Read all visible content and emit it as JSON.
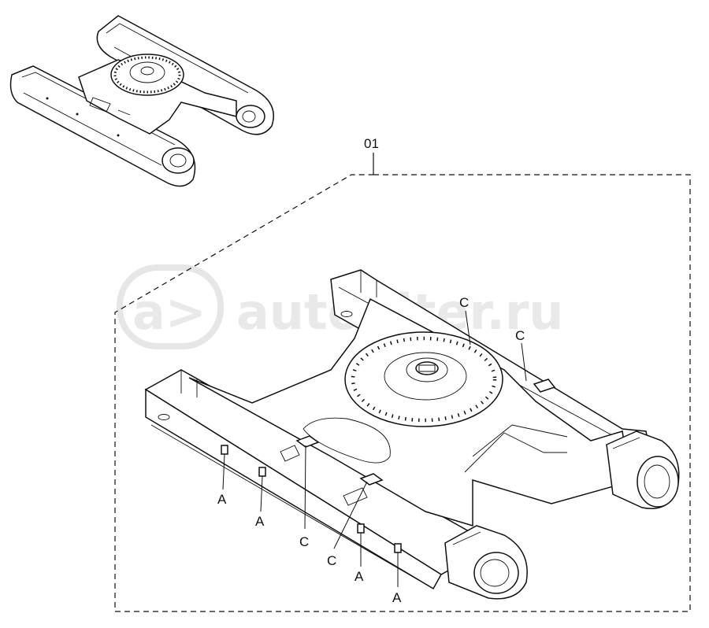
{
  "watermark": {
    "logo_mark": "a>",
    "text": "autopiter.ru"
  },
  "callouts": {
    "assembly": "01",
    "labels": [
      {
        "id": "c1",
        "text": "C"
      },
      {
        "id": "c2",
        "text": "C"
      },
      {
        "id": "a1",
        "text": "A"
      },
      {
        "id": "a2",
        "text": "A"
      },
      {
        "id": "c3",
        "text": "C"
      },
      {
        "id": "c4",
        "text": "C"
      },
      {
        "id": "a3",
        "text": "A"
      },
      {
        "id": "a4",
        "text": "A"
      }
    ]
  },
  "icons": {
    "frame_thumbnail": "undercarriage-frame-overview-icon",
    "frame_detail": "track-frame-detail-icon"
  }
}
